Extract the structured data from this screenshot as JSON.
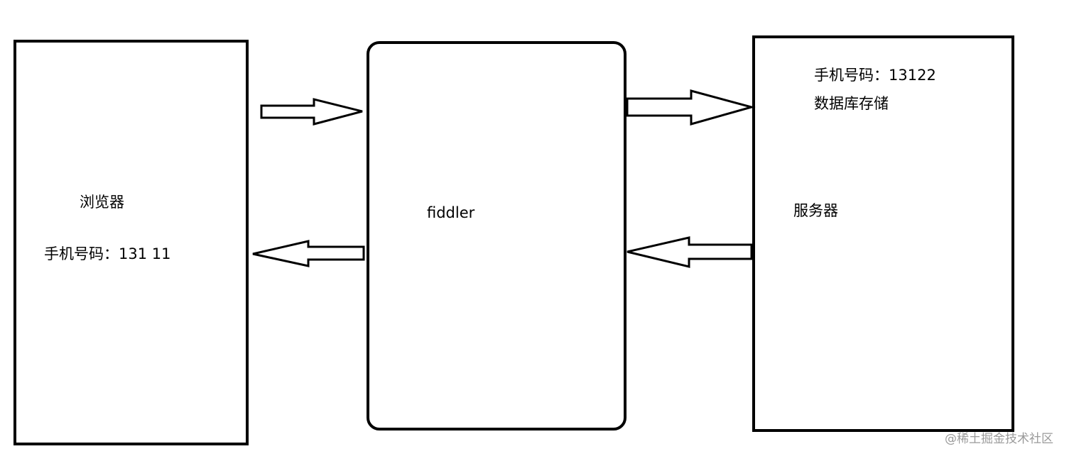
{
  "browser": {
    "title": "浏览器",
    "phone": "手机号码：131 11"
  },
  "proxy": {
    "title": "fiddler"
  },
  "server": {
    "title": "服务器",
    "phone": "手机号码：13122",
    "storage": "数据库存储"
  },
  "watermark": "@稀土掘金技术社区",
  "colors": {
    "stroke": "#000000",
    "background": "#ffffff",
    "watermark": "#9a9a9a"
  }
}
